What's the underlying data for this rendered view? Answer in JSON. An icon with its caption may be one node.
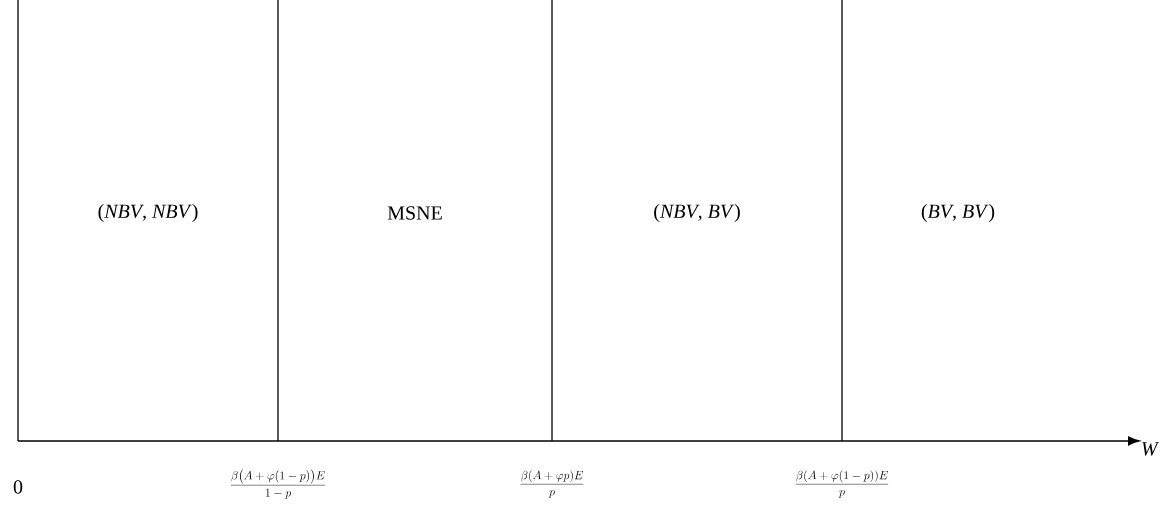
{
  "diagram": {
    "labels": [
      "(*NBV*, *NBV*)",
      "MSNE",
      "(*NBV*, *BV*)",
      "(*BV*, *BV*)",
      "*W*",
      "0",
      "\\frac{\\beta\\bigl(A+\\varphi(1-p)\\bigr)E}{1-p}",
      "\\frac{\\beta(A+\\varphi p)E}{p}",
      "\\frac{\\beta(A+\\varphi(1-p))E}{p}"
    ]
  }
}
